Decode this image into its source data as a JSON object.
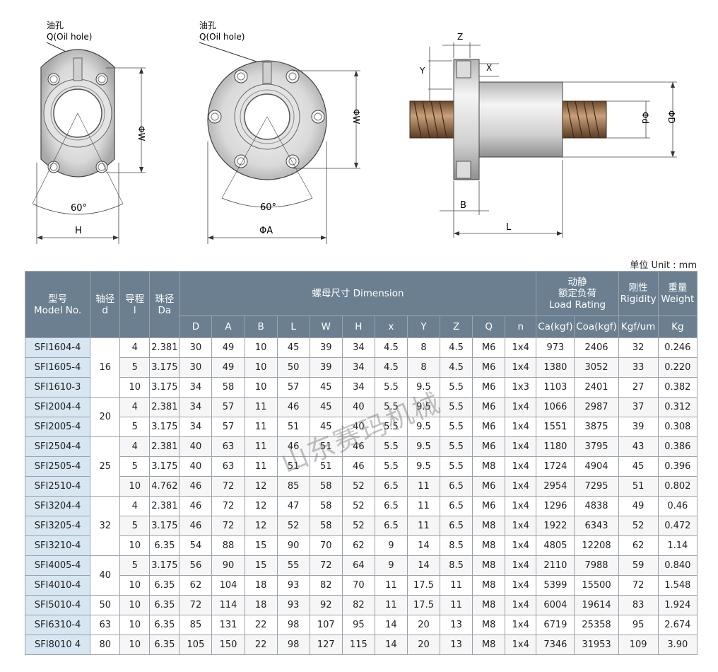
{
  "drawings": {
    "oil_hole_cn": "油孔",
    "oil_hole_en": "Q(Oil hole)",
    "phi_w": "ΦW",
    "angle": "60°",
    "h": "H",
    "phi_a": "ΦA",
    "z": "Z",
    "y": "Y",
    "x": "X",
    "phi_d_small": "Φd",
    "phi_d_big": "ΦD",
    "b": "B",
    "l": "L"
  },
  "unit_label": "单位 Unit : mm",
  "header": {
    "model_cn": "型号",
    "model_en": "Model No.",
    "shaft_cn": "轴径",
    "shaft_en": "d",
    "lead_cn": "导程",
    "lead_en": "l",
    "ball_cn": "珠径",
    "ball_en": "Da",
    "dimension": "螺母尺寸 Dimension",
    "load_cn1": "动静",
    "load_cn2": "额定负荷",
    "load_en": "Load Rating",
    "rigidity_cn": "刚性",
    "rigidity_en": "Rigidity",
    "weight_cn": "重量",
    "weight_en": "Weight",
    "sub": [
      "D",
      "A",
      "B",
      "L",
      "W",
      "H",
      "x",
      "Y",
      "Z",
      "Q",
      "n",
      "Ca(kgf)",
      "Coa(kgf)",
      "Kgf/um",
      "Kg"
    ]
  },
  "rows": [
    [
      "SFI1604-4",
      "16",
      "4",
      "2.381",
      "30",
      "49",
      "10",
      "45",
      "39",
      "34",
      "4.5",
      "8",
      "4.5",
      "M6",
      "1x4",
      "973",
      "2406",
      "32",
      "0.246"
    ],
    [
      "SFI1605-4",
      "",
      "5",
      "3.175",
      "30",
      "49",
      "10",
      "50",
      "39",
      "34",
      "4.5",
      "8",
      "4.5",
      "M6",
      "1x4",
      "1380",
      "3052",
      "33",
      "0.220"
    ],
    [
      "SFI1610-3",
      "",
      "10",
      "3.175",
      "34",
      "58",
      "10",
      "57",
      "45",
      "34",
      "5.5",
      "9.5",
      "5.5",
      "M6",
      "1x3",
      "1103",
      "2401",
      "27",
      "0.382"
    ],
    [
      "SFI2004-4",
      "20",
      "4",
      "2.381",
      "34",
      "57",
      "11",
      "46",
      "45",
      "40",
      "5.5",
      "9.5",
      "5.5",
      "M6",
      "1x4",
      "1066",
      "2987",
      "37",
      "0.312"
    ],
    [
      "SFI2005-4",
      "",
      "5",
      "3.175",
      "34",
      "57",
      "11",
      "51",
      "45",
      "40",
      "5.5",
      "9.5",
      "5.5",
      "M6",
      "1x4",
      "1551",
      "3875",
      "39",
      "0.308"
    ],
    [
      "SFI2504-4",
      "25",
      "4",
      "2.381",
      "40",
      "63",
      "11",
      "46",
      "51",
      "46",
      "5.5",
      "9.5",
      "5.5",
      "M6",
      "1x4",
      "1180",
      "3795",
      "43",
      "0.386"
    ],
    [
      "SFI2505-4",
      "",
      "5",
      "3.175",
      "40",
      "63",
      "11",
      "51",
      "51",
      "46",
      "5.5",
      "9.5",
      "5.5",
      "M8",
      "1x4",
      "1724",
      "4904",
      "45",
      "0.396"
    ],
    [
      "SFI2510-4",
      "",
      "10",
      "4.762",
      "46",
      "72",
      "12",
      "85",
      "58",
      "52",
      "6.5",
      "11",
      "6.5",
      "M6",
      "1x4",
      "2954",
      "7295",
      "51",
      "0.802"
    ],
    [
      "SFI3204-4",
      "32",
      "4",
      "2.381",
      "46",
      "72",
      "12",
      "47",
      "58",
      "52",
      "6.5",
      "11",
      "6.5",
      "M6",
      "1x4",
      "1296",
      "4838",
      "49",
      "0.46"
    ],
    [
      "SFI3205-4",
      "",
      "5",
      "3.175",
      "46",
      "72",
      "12",
      "52",
      "58",
      "52",
      "6.5",
      "11",
      "6.5",
      "M8",
      "1x4",
      "1922",
      "6343",
      "52",
      "0.472"
    ],
    [
      "SFI3210-4",
      "",
      "10",
      "6.35",
      "54",
      "88",
      "15",
      "90",
      "70",
      "62",
      "9",
      "14",
      "8.5",
      "M8",
      "1x4",
      "4805",
      "12208",
      "62",
      "1.14"
    ],
    [
      "SFI4005-4",
      "40",
      "5",
      "3.175",
      "56",
      "90",
      "15",
      "55",
      "72",
      "64",
      "9",
      "14",
      "8.5",
      "M8",
      "1x4",
      "2110",
      "7988",
      "59",
      "0.840"
    ],
    [
      "SFI4010-4",
      "",
      "10",
      "6.35",
      "62",
      "104",
      "18",
      "93",
      "82",
      "70",
      "11",
      "17.5",
      "11",
      "M8",
      "1x4",
      "5399",
      "15500",
      "72",
      "1.548"
    ],
    [
      "SFI5010-4",
      "50",
      "10",
      "6.35",
      "72",
      "114",
      "18",
      "93",
      "92",
      "82",
      "11",
      "17.5",
      "11",
      "M8",
      "1x4",
      "6004",
      "19614",
      "83",
      "1.924"
    ],
    [
      "SFI6310-4",
      "63",
      "10",
      "6.35",
      "85",
      "131",
      "22",
      "98",
      "107",
      "95",
      "14",
      "20",
      "13",
      "M8",
      "1x4",
      "6719",
      "25358",
      "95",
      "2.674"
    ],
    [
      "SFI8010 4",
      "80",
      "10",
      "6.35",
      "105",
      "150",
      "22",
      "98",
      "127",
      "115",
      "14",
      "20",
      "13",
      "M8",
      "1x4",
      "7346",
      "31953",
      "109",
      "3.90"
    ]
  ],
  "watermark": "山东赛玛机械"
}
